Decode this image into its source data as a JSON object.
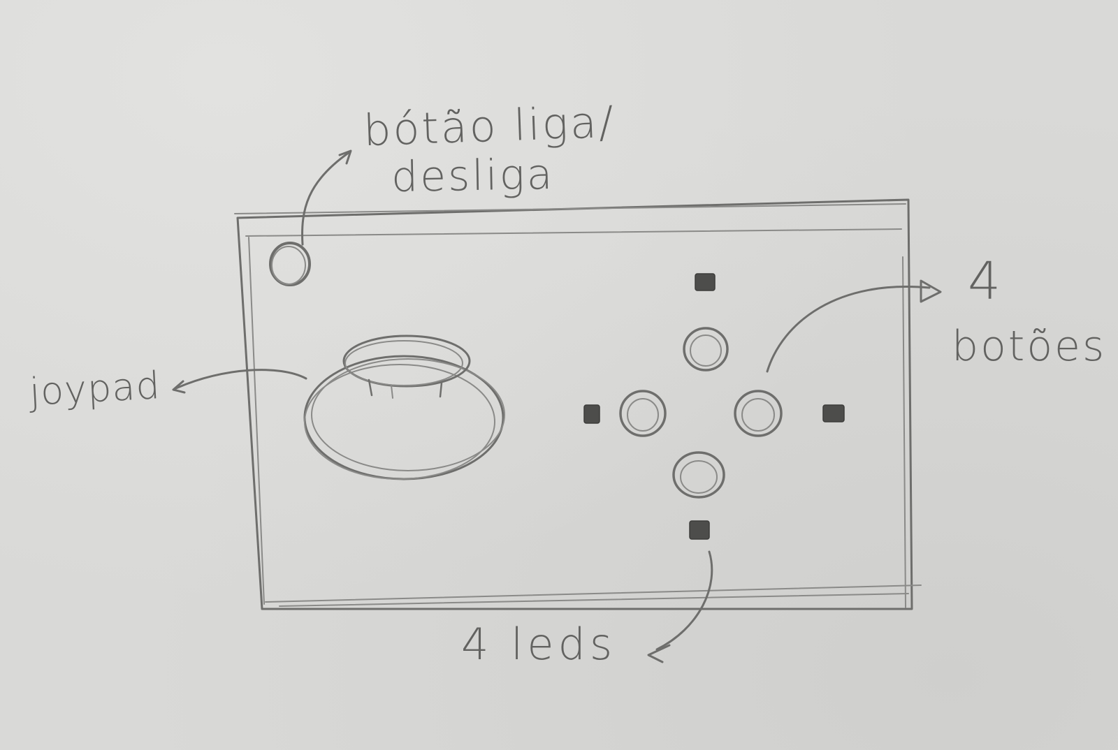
{
  "labels": {
    "power_line1": "bótão liga/",
    "power_line2": "desliga",
    "joypad": "joypad",
    "buttons_line1": "4",
    "buttons_line2": "botões",
    "leds": "4 leds"
  },
  "colors": {
    "paper": "#d9d9d7",
    "pencil": "#6e6e6c",
    "led_fill": "#4d4d4b"
  }
}
